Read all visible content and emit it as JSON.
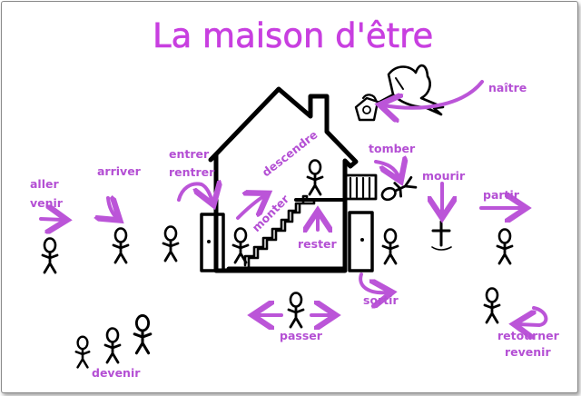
{
  "title": "La maison d'être",
  "verbs": {
    "aller": "aller",
    "venir": "venir",
    "arriver": "arriver",
    "entrer": "entrer",
    "rentrer": "rentrer",
    "descendre": "descendre",
    "monter": "monter",
    "rester": "rester",
    "tomber": "tomber",
    "naitre": "naître",
    "mourir": "mourir",
    "partir": "partir",
    "sortir": "sortir",
    "passer": "passer",
    "retourner": "retourner",
    "revenir": "revenir",
    "devenir": "devenir"
  },
  "colors": {
    "accent": "#b44fd4",
    "title": "#c83fe0",
    "ink": "#000000",
    "background": "#ffffff"
  },
  "icons": [
    "house-icon",
    "stork-icon",
    "cross-icon",
    "stick-figure-icon",
    "arrow-icon",
    "stairs-icon",
    "balcony-icon"
  ]
}
